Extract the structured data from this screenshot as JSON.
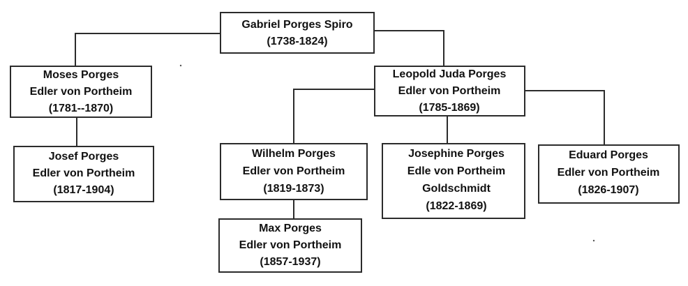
{
  "people": {
    "gabriel": {
      "lines": [
        "Gabriel Porges Spiro",
        "(1738-1824)"
      ]
    },
    "moses": {
      "lines": [
        "Moses Porges",
        "Edler von Portheim",
        "(1781--1870)"
      ]
    },
    "leopold": {
      "lines": [
        "Leopold Juda Porges",
        "Edler von Portheim",
        "(1785-1869)"
      ]
    },
    "josef": {
      "lines": [
        "Josef Porges",
        "Edler von Portheim",
        "(1817-1904)"
      ]
    },
    "wilhelm": {
      "lines": [
        "Wilhelm Porges",
        "Edler von Portheim",
        "(1819-1873)"
      ]
    },
    "josephine": {
      "lines": [
        "Josephine Porges",
        "Edle von Portheim",
        "Goldschmidt",
        "(1822-1869)"
      ]
    },
    "eduard": {
      "lines": [
        "Eduard Porges",
        "Edler von Portheim",
        "(1826-1907)"
      ]
    },
    "max": {
      "lines": [
        "Max Porges",
        "Edler von Portheim",
        "(1857-1937)"
      ]
    }
  },
  "colors": {
    "line": "#2b2b2b",
    "text": "#111111",
    "box_fill": "#ffffff"
  }
}
